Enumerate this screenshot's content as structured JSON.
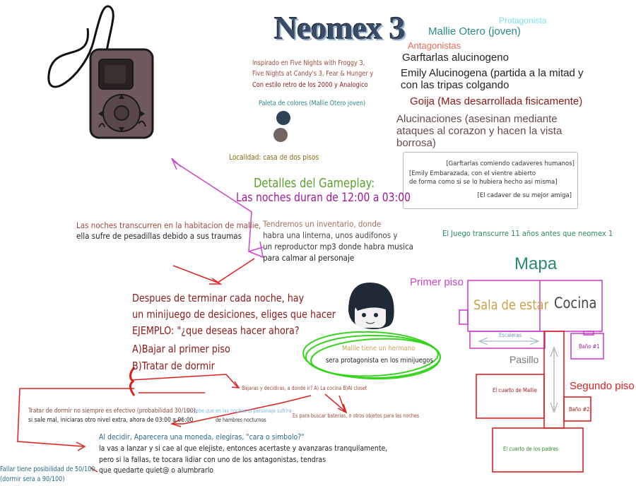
{
  "header": {
    "title": "Neomex 3"
  },
  "characters": {
    "protagonista_label": "Protagonista",
    "protagonista": "Mallie Otero (joven)",
    "antagonistas_label": "Antagonistas",
    "antagonistas": [
      "Garftarlas alucinogeno",
      "Emily Alucinogena (partida a la mitad y",
      "con las tripas colgando",
      "Goija (Mas desarrollada fisicamente)",
      "Alucinaciones (asesinan mediante",
      "ataques al corazon y hacen la vista",
      "borrosa)"
    ]
  },
  "notes_box": {
    "lines": [
      "[Garftarlas comiendo cadaveres humanos]",
      "[Emily  Embarazada, con el vientre abierto",
      "de forma como si se lo hubiera hecho asi misma]",
      "[El cadaver de su mejor amiga]"
    ]
  },
  "inspiration": {
    "lines": [
      "Inspirado en Five Nights with Froggy 3,",
      "Five Nights at Candy's 3, Fear & Hunger y",
      "Con estilo retro de los 2000 y Analogico"
    ]
  },
  "palette": {
    "label": "Paleta de colores (Mallie Otero joven)",
    "colors": [
      "#2e4256",
      "#726460"
    ]
  },
  "location": "Localidad: casa de dos pisos",
  "gameplay": {
    "heading": "Detalles del Gameplay:",
    "nights": "Las noches duran de 12:00 a 03:00",
    "room_lines": [
      "Las noches transcurren en la habitacion de mallie,",
      "ella sufre de pesadillas debido a sus traumas"
    ],
    "inventory_lines": [
      "Tendremos un inventario, donde",
      "habra una linterna, unos audifonos y",
      "un reproductor mp3 donde habra  musica",
      "para calmar al personaje"
    ],
    "timeline_note": "El Juego transcurre 11 años antes que neomex 1",
    "minigame_lines": [
      "Despues de terminar cada noche, hay",
      "un minijuego de desiciones, eliges que hacer",
      "EJEMPLO: \"¿que deseas hacer ahora?",
      "A)Bajar al primer piso",
      "B)Tratar de dormir"
    ],
    "brother_lines": [
      "Mallie tiene un hermano",
      "sera protagonista en los minijuegos"
    ],
    "downstairs_note": "Bajaras y decidiras, a donde ir? A) La cocina B)Al closet",
    "dream_note_lines": [
      "Se debe que en las noches el personaje sufrira",
      "de hambres nocturnos"
    ],
    "search_note": "Es para buscar baterias, o otros objetos para las noches",
    "sleep_lines": [
      "Tratar de dormir no siempre es efectivo (probabilidad 30/100),",
      "si sale mal, iniciaras otro nivel extra, ahora de 03:00 a 06:00"
    ],
    "coin_lines": [
      "Al decidir, Aparecera una moneda, elegiras, \"cara o simbolo?\"",
      "la vas a lanzar y si cae al que elejiste, entonces acertaste y avanzaras tranquilamente,",
      "pero si la fallas, te tocara lidiar con uno de los antagonistas, tendras",
      "que quedarte quiet@ o  alumbrarlo"
    ],
    "fail_lines": [
      "Fallar tiene posibilidad de 50/100",
      "(dormir sera a 90/100)"
    ]
  },
  "map": {
    "title": "Mapa",
    "first_floor": "Primer piso",
    "second_floor": "Segundo piso",
    "sala": "Sala de estar",
    "cocina": "Cocina",
    "escaleras": "Escaleras",
    "pasillo": "Pasillo",
    "bano1": "Baño #1",
    "bano2": "Baño #2",
    "cuarto_mallie": "El cuarto de Mallie",
    "cuarto_padres": "El cuarto de los padres"
  },
  "colors": {
    "purple": "#cc44cc",
    "red": "#e0201e",
    "green": "#36d41e",
    "teal": "#2a8a86",
    "darkred": "#8a1a18"
  }
}
